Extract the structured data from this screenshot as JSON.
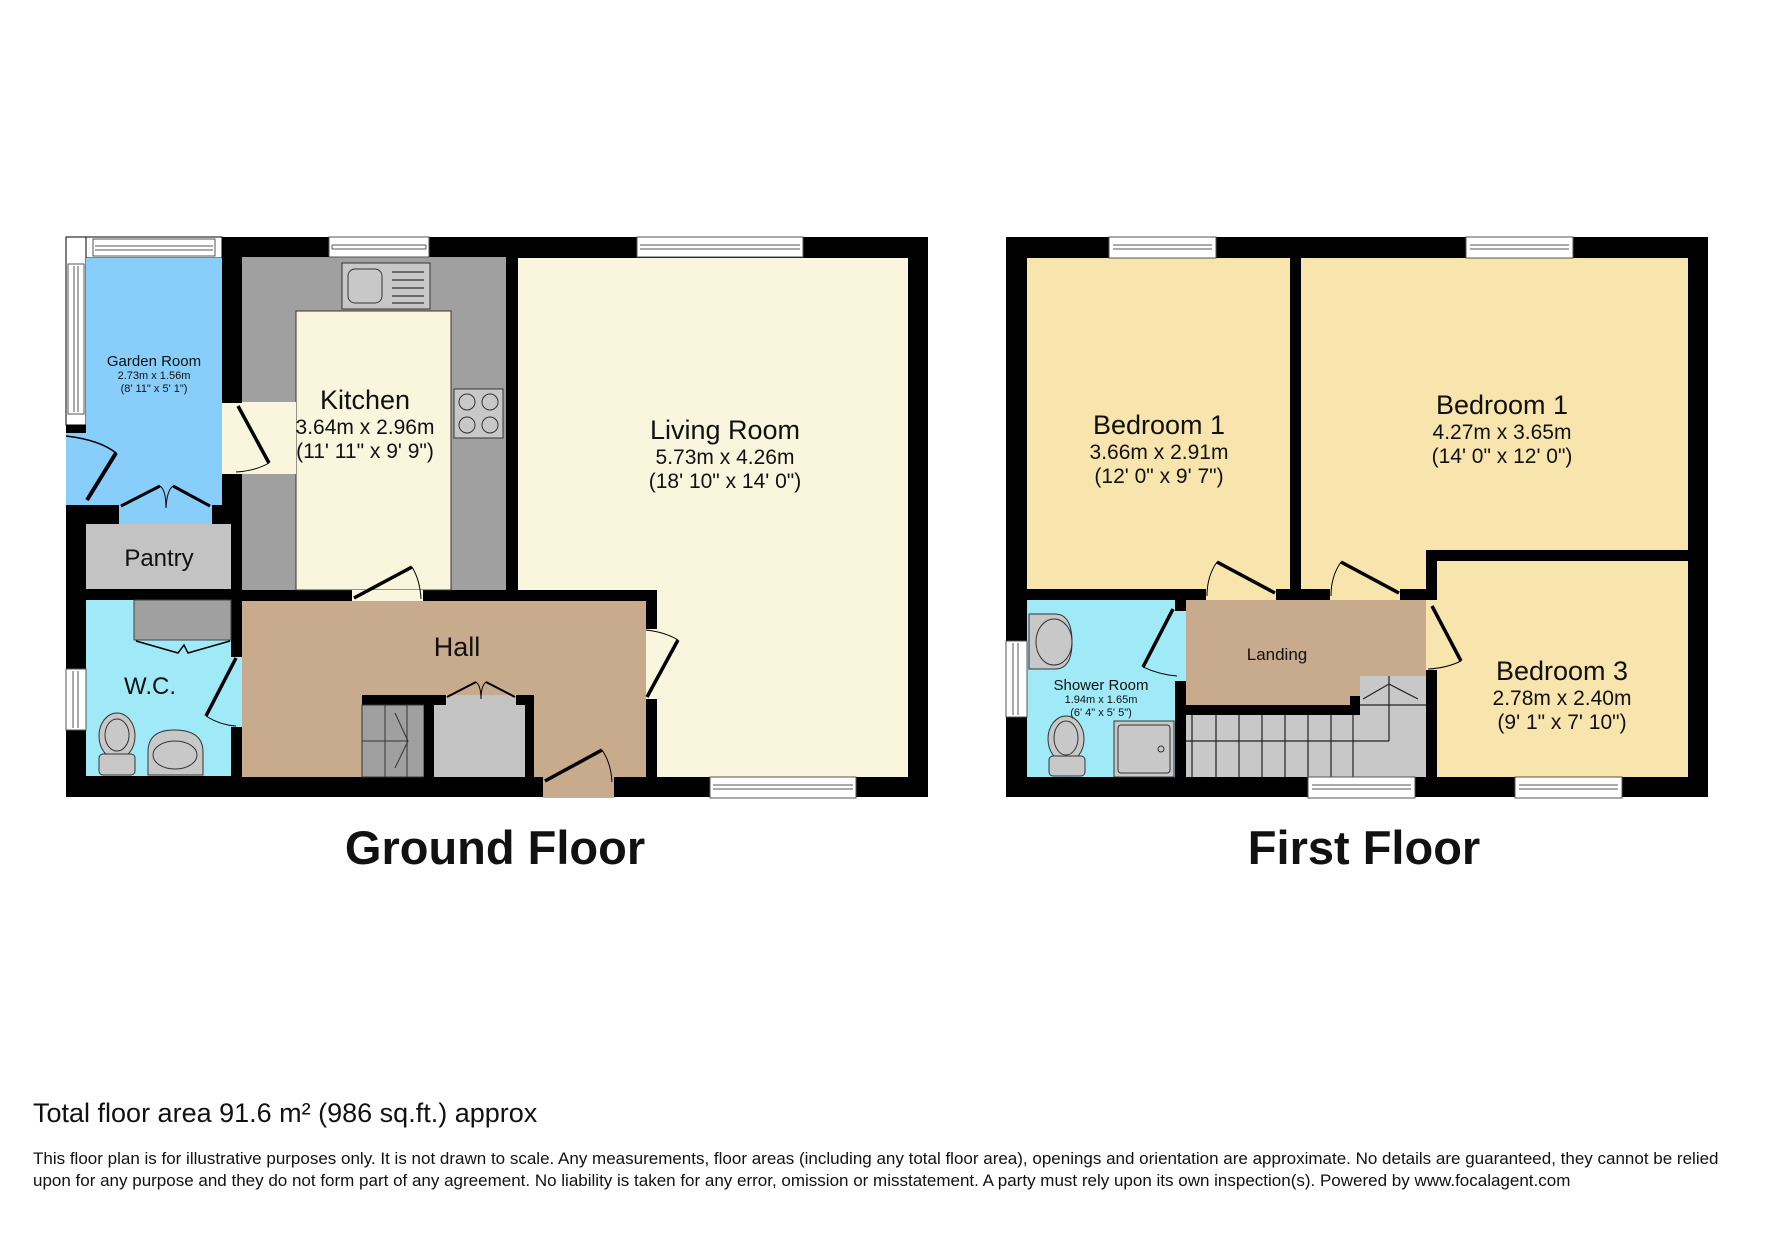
{
  "floors": [
    {
      "title": "Ground Floor",
      "rooms": [
        {
          "name": "Garden Room",
          "metric": "2.73m x 1.56m",
          "imperial": "(8' 11\" x 5' 1\")",
          "color": "#87cefa"
        },
        {
          "name": "Kitchen",
          "metric": "3.64m x 2.96m",
          "imperial": "(11' 11\" x 9' 9\")",
          "color": "#faf5dd"
        },
        {
          "name": "Living Room",
          "metric": "5.73m x 4.26m",
          "imperial": "(18' 10\" x 14' 0\")",
          "color": "#faf5dd"
        },
        {
          "name": "Pantry",
          "color": "#c3c3c3"
        },
        {
          "name": "W.C.",
          "color": "#a0e9f7"
        },
        {
          "name": "Hall",
          "color": "#c8aa8c"
        }
      ]
    },
    {
      "title": "First Floor",
      "rooms": [
        {
          "name": "Bedroom 1",
          "metric": "3.66m x 2.91m",
          "imperial": "(12' 0\" x 9' 7\")",
          "color": "#f7e5ad"
        },
        {
          "name": "Bedroom 1",
          "metric": "4.27m x 3.65m",
          "imperial": "(14' 0\" x 12' 0\")",
          "color": "#f7e5ad"
        },
        {
          "name": "Bedroom 3",
          "metric": "2.78m x 2.40m",
          "imperial": "(9' 1\" x 7' 10\")",
          "color": "#f7e5ad"
        },
        {
          "name": "Shower Room",
          "metric": "1.94m x 1.65m",
          "imperial": "(6' 4\" x 5' 5\")",
          "color": "#a0e9f7"
        },
        {
          "name": "Landing",
          "color": "#c8aa8c"
        }
      ]
    }
  ],
  "footer": {
    "total_area": "Total floor area 91.6 m² (986 sq.ft.) approx",
    "disclaimer": "This floor plan is for illustrative purposes only. It is not drawn to scale. Any measurements, floor areas (including any total floor area), openings and orientation are approximate. No details are guaranteed, they cannot be relied upon for any purpose and they do not form part of any agreement. No liability is taken for any error, omission or misstatement. A party must rely upon its own inspection(s). Powered by www.focalagent.com"
  },
  "colors": {
    "wall": "#000000",
    "worktop": "#a0a0a0",
    "appliance": "#c8c8c8",
    "window": "#ffffff"
  }
}
